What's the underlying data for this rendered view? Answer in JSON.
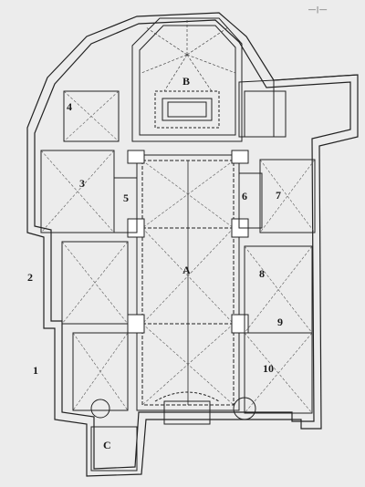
{
  "plan": {
    "corner_mark": "—|—",
    "labels": {
      "a": "A",
      "b": "B",
      "c": "C",
      "n1": "1",
      "n2": "2",
      "n3": "3",
      "n4": "4",
      "n5": "5",
      "n6": "6",
      "n7": "7",
      "n8": "8",
      "n9": "9",
      "n10": "10"
    }
  }
}
